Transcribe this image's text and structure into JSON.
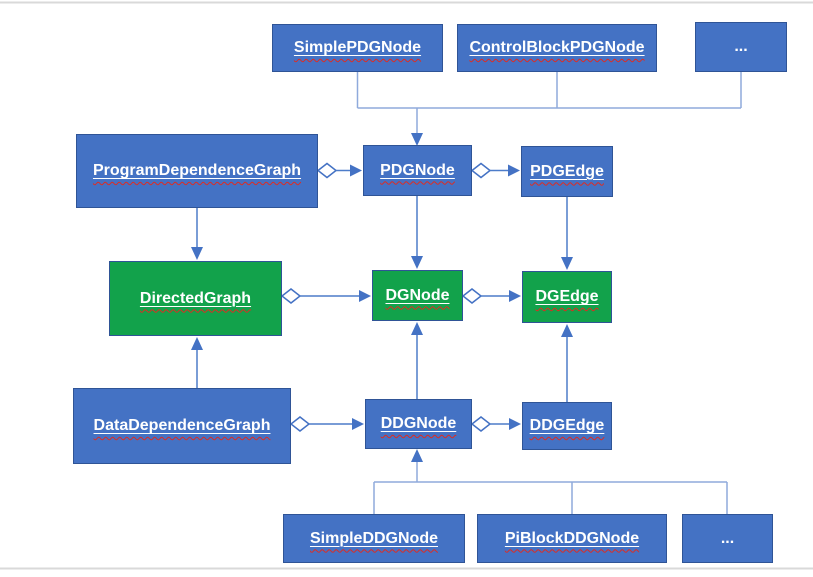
{
  "colors": {
    "box_blue": "#4472C4",
    "box_green": "#12A24B",
    "box_border": "#2F5496",
    "connector_blue": "#4472C4",
    "connector_light": "#8FAADC",
    "squiggle_red": "#E02B20",
    "label_text": "#FFFFFF",
    "frame_line": "#D9D9D9"
  },
  "diagram": {
    "nodes": [
      {
        "id": "simple-pdg-node",
        "label": "SimplePDGNode",
        "fill": "blue"
      },
      {
        "id": "control-block-pdg-node",
        "label": "ControlBlockPDGNode",
        "fill": "blue"
      },
      {
        "id": "pdg-ellipsis",
        "label": "...",
        "fill": "blue"
      },
      {
        "id": "program-dependence-graph",
        "label": "ProgramDependenceGraph",
        "fill": "blue"
      },
      {
        "id": "pdg-node",
        "label": "PDGNode",
        "fill": "blue"
      },
      {
        "id": "pdg-edge",
        "label": "PDGEdge",
        "fill": "blue"
      },
      {
        "id": "directed-graph",
        "label": "DirectedGraph",
        "fill": "green"
      },
      {
        "id": "dg-node",
        "label": "DGNode",
        "fill": "green"
      },
      {
        "id": "dg-edge",
        "label": "DGEdge",
        "fill": "green"
      },
      {
        "id": "data-dependence-graph",
        "label": "DataDependenceGraph",
        "fill": "blue"
      },
      {
        "id": "ddg-node",
        "label": "DDGNode",
        "fill": "blue"
      },
      {
        "id": "ddg-edge",
        "label": "DDGEdge",
        "fill": "blue"
      },
      {
        "id": "simple-ddg-node",
        "label": "SimpleDDGNode",
        "fill": "blue"
      },
      {
        "id": "pi-block-ddg-node",
        "label": "PiBlockDDGNode",
        "fill": "blue"
      },
      {
        "id": "ddg-ellipsis",
        "label": "...",
        "fill": "blue"
      }
    ],
    "edges": [
      {
        "from": "SimplePDGNode",
        "to": "PDGNode",
        "type": "inheritance"
      },
      {
        "from": "ControlBlockPDGNode",
        "to": "PDGNode",
        "type": "inheritance"
      },
      {
        "from": "... (top)",
        "to": "PDGNode",
        "type": "inheritance"
      },
      {
        "from": "ProgramDependenceGraph",
        "to": "PDGNode",
        "type": "aggregation"
      },
      {
        "from": "PDGNode",
        "to": "PDGEdge",
        "type": "aggregation"
      },
      {
        "from": "ProgramDependenceGraph",
        "to": "DirectedGraph",
        "type": "inheritance"
      },
      {
        "from": "PDGNode",
        "to": "DGNode",
        "type": "inheritance"
      },
      {
        "from": "PDGEdge",
        "to": "DGEdge",
        "type": "inheritance"
      },
      {
        "from": "DirectedGraph",
        "to": "DGNode",
        "type": "aggregation"
      },
      {
        "from": "DGNode",
        "to": "DGEdge",
        "type": "aggregation"
      },
      {
        "from": "DataDependenceGraph",
        "to": "DirectedGraph",
        "type": "inheritance"
      },
      {
        "from": "DataDependenceGraph",
        "to": "DDGNode",
        "type": "aggregation"
      },
      {
        "from": "DDGNode",
        "to": "DDGEdge",
        "type": "aggregation"
      },
      {
        "from": "DDGNode",
        "to": "DGNode",
        "type": "inheritance"
      },
      {
        "from": "DDGEdge",
        "to": "DGEdge",
        "type": "inheritance"
      },
      {
        "from": "SimpleDDGNode",
        "to": "DDGNode",
        "type": "inheritance"
      },
      {
        "from": "PiBlockDDGNode",
        "to": "DDGNode",
        "type": "inheritance"
      },
      {
        "from": "... (bottom)",
        "to": "DDGNode",
        "type": "inheritance"
      }
    ]
  }
}
